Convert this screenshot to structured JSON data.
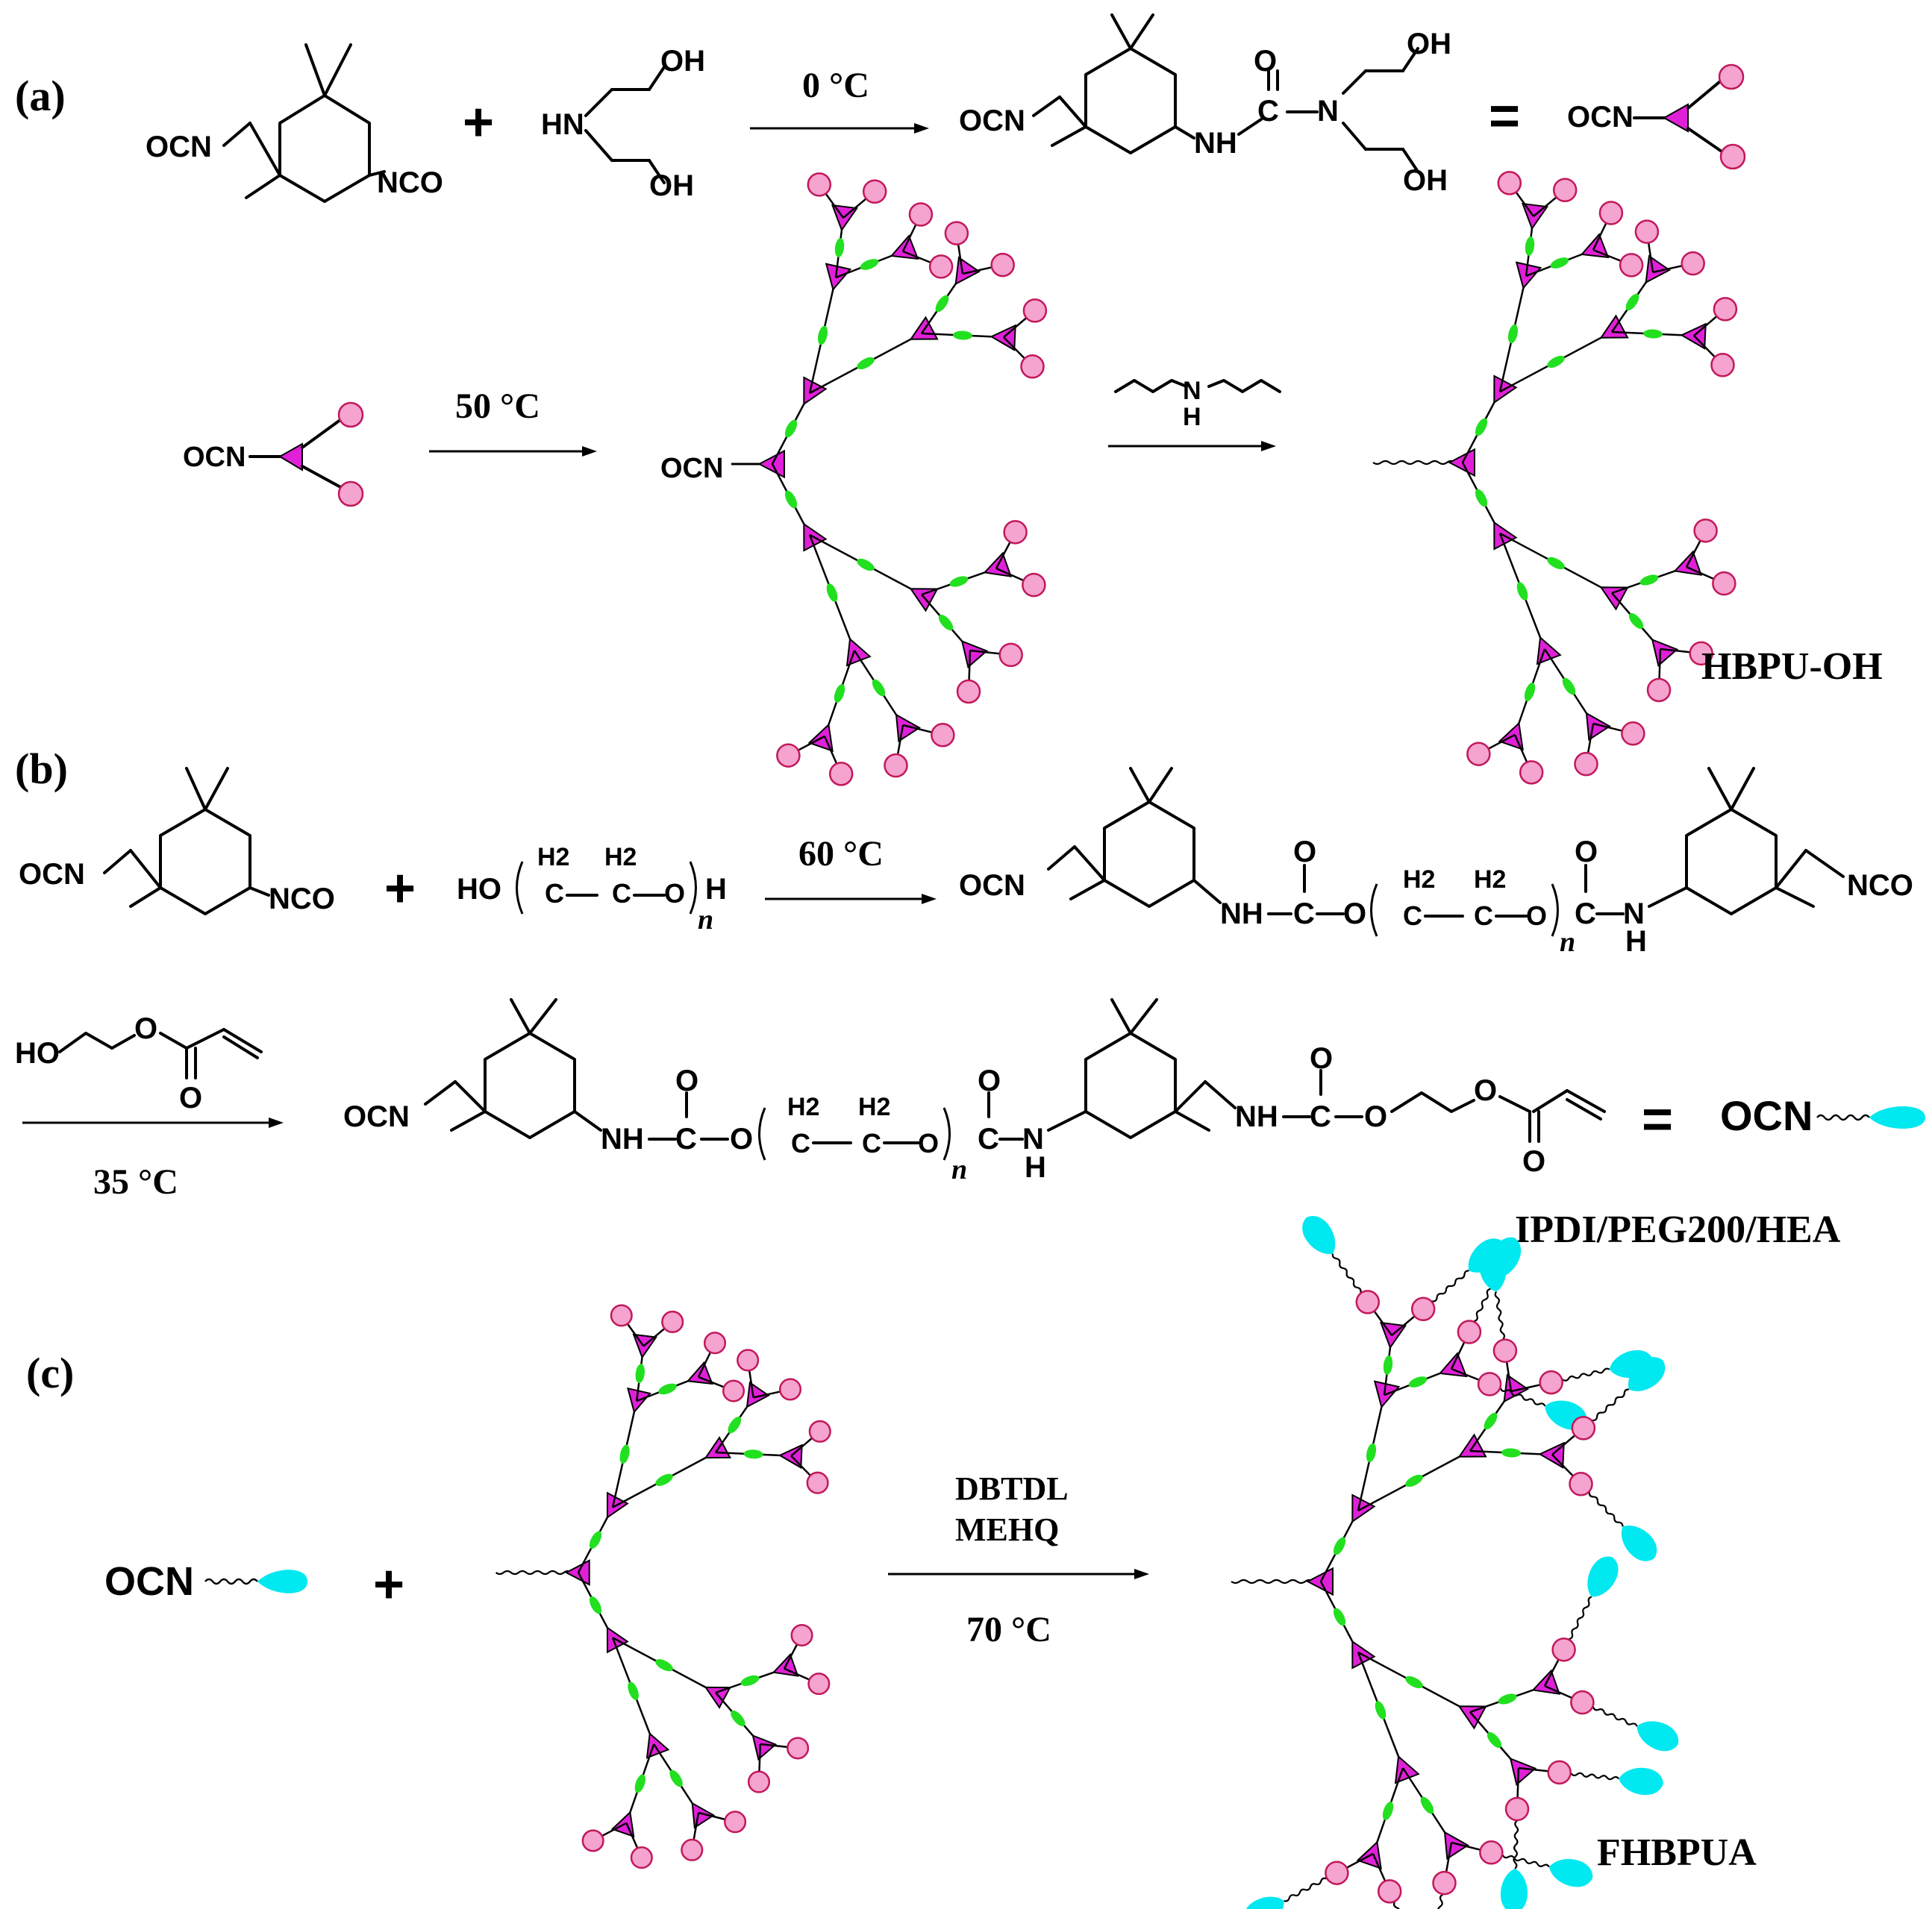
{
  "panels": {
    "a": {
      "label": "(a)",
      "reagents": {
        "isocyanate_group": "NCO",
        "isocyanate_group_left": "OCN",
        "diethanolamine_nh": "HN",
        "hydroxyl": "OH"
      },
      "conditions": [
        "0 °C",
        "50 °C"
      ],
      "product_atoms": {
        "nh": "NH",
        "c": "C",
        "o": "O",
        "n": "N",
        "h": "H"
      },
      "equals": "=",
      "plus": "+",
      "product_name": "HBPU-OH"
    },
    "b": {
      "label": "(b)",
      "conditions": [
        "60 °C",
        "35 °C"
      ],
      "peg": {
        "ho": "HO",
        "h2": "H2",
        "c": "C",
        "o": "O",
        "n": "n",
        "h": "H"
      },
      "product_name": "IPDI/PEG200/HEA",
      "equals": "="
    },
    "c": {
      "label": "(c)",
      "catalysts": [
        "DBTDL",
        "MEHQ"
      ],
      "condition": "70 °C",
      "plus": "+",
      "product_name": "FHBPUA"
    }
  },
  "colors": {
    "branch_unit": "#e020d8",
    "hydroxyl_end": "#f5a3cf",
    "urethane_link": "#22e020",
    "acrylate_end": "#00e8f0"
  },
  "icons": [
    "triangle-branch-icon",
    "pink-ball-icon",
    "green-ellipse-icon",
    "cyan-drop-icon",
    "wavy-chain-icon"
  ]
}
